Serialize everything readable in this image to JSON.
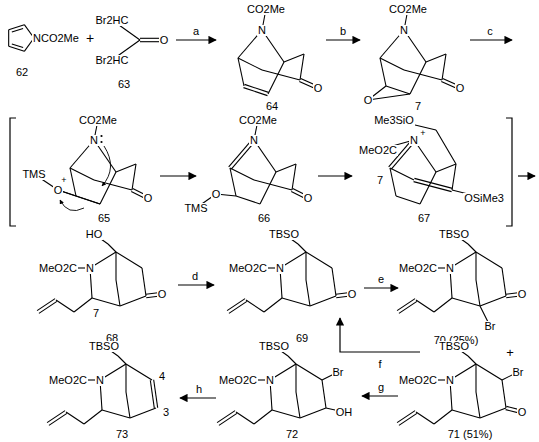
{
  "diagram": {
    "labels": [
      "NCO2Me",
      "62",
      "+",
      "Br2HC",
      "O",
      "Br2HC",
      "63",
      "a",
      "CO2Me",
      "N",
      "O",
      "64",
      "b",
      "CO2Me",
      "N",
      "O",
      "O",
      "7",
      "c",
      "CO2Me",
      "TMS",
      "+",
      "O",
      "N",
      "O",
      "65",
      "CO2Me",
      "TMS",
      "O",
      "N",
      "O",
      "66",
      "Me3SiO",
      "MeO2C",
      "N",
      "+",
      "7",
      "OSiMe3",
      "67",
      "HO",
      "MeO2C",
      "N",
      "O",
      "7",
      "68",
      "d",
      "TBSO",
      "MeO2C",
      "N",
      "O",
      "69",
      "e",
      "TBSO",
      "MeO2C",
      "N",
      "O",
      "Br",
      "70 (25%)",
      "+",
      "f",
      "TBSO",
      "MeO2C",
      "N",
      "Br",
      "O",
      "71 (51%)",
      "g",
      "TBSO",
      "MeO2C",
      "N",
      "Br",
      "OH",
      "72",
      "h",
      "TBSO",
      "MeO2C",
      "N",
      "4",
      "3",
      "73"
    ]
  }
}
